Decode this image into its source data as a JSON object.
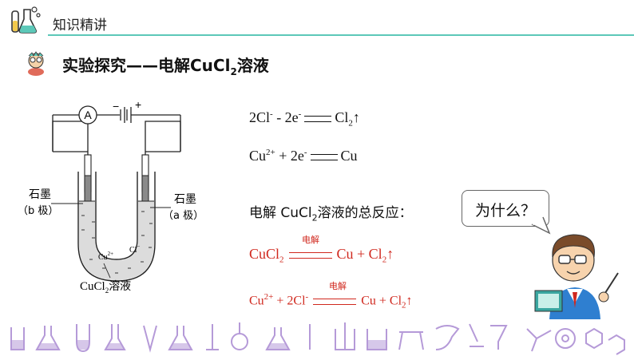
{
  "header": {
    "title": "知识精讲"
  },
  "section": {
    "title_main": "实验探究——电解CuCl",
    "title_sub": "2",
    "title_end": "溶液"
  },
  "diagram": {
    "ammeter": "A",
    "minus": "−",
    "plus": "+",
    "left_label_1": "石墨",
    "left_label_2": "（b 极）",
    "right_label_1": "石墨",
    "right_label_2": "（a 极）",
    "cu_ion": "Cu",
    "cu_charge": "2+",
    "cl_ion": "Cl",
    "cl_charge": "−",
    "solution_main": "CuCl",
    "solution_sub": "2",
    "solution_end": "溶液"
  },
  "equations": {
    "eq1": {
      "a": "2Cl",
      "a_sup": "-",
      "b": " - 2e",
      "b_sup": "-",
      "c": "Cl",
      "c_sub": "2",
      "d": "↑"
    },
    "eq2": {
      "a": "Cu",
      "a_sup": "2+",
      "b": " + 2e",
      "b_sup": "-",
      "c": "Cu"
    },
    "question": {
      "a": "电解 CuCl",
      "a_sub": "2",
      "b": "溶液的总反应："
    },
    "eq3": {
      "a": "CuCl",
      "a_sub": "2",
      "cond": "电解",
      "c": "Cu + Cl",
      "c_sub": "2",
      "d": "↑"
    },
    "eq4": {
      "a": "Cu",
      "a_sup": "2+",
      "b": " + 2Cl",
      "b_sup": "-",
      "cond": "电解",
      "c": "Cu + Cl",
      "c_sub": "2",
      "d": "↑"
    }
  },
  "bubble": {
    "text": "为什么？"
  },
  "colors": {
    "accent": "#5cc8b8",
    "red": "#d0281e",
    "footer": "#b59ad8"
  }
}
